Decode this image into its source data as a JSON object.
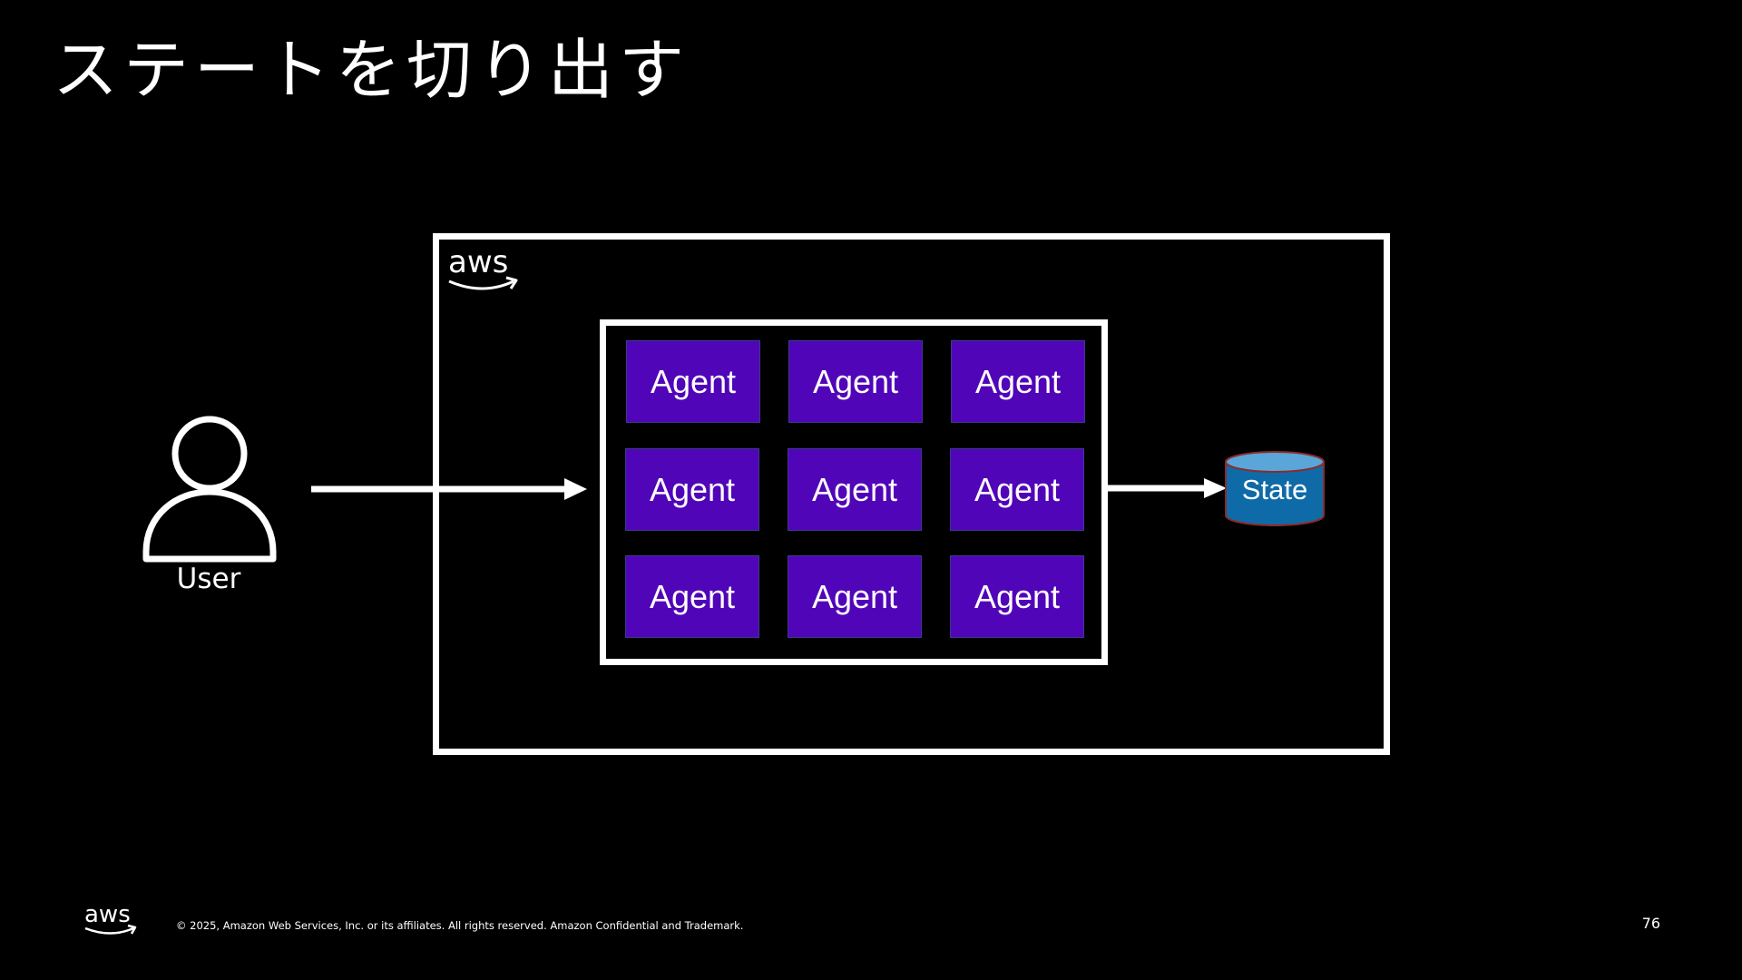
{
  "title": "ステートを切り出す",
  "user": {
    "label": "User",
    "icon": "user-icon"
  },
  "aws_box": {
    "logo_text": "aws",
    "icon": "aws-logo-icon"
  },
  "agents": [
    "Agent",
    "Agent",
    "Agent",
    "Agent",
    "Agent",
    "Agent",
    "Agent",
    "Agent",
    "Agent"
  ],
  "state": {
    "label": "State",
    "icon": "database-icon"
  },
  "footer": {
    "logo_text": "aws",
    "copyright": "© 2025, Amazon Web Services, Inc. or its affiliates. All rights reserved. Amazon Confidential and Trademark.",
    "page_number": "76"
  },
  "colors": {
    "background": "#000000",
    "agent_fill": "#5105b8",
    "state_fill": "#0f6ba8",
    "state_top": "#5aa6d8",
    "state_outline": "#8b2b2b",
    "line": "#ffffff"
  }
}
